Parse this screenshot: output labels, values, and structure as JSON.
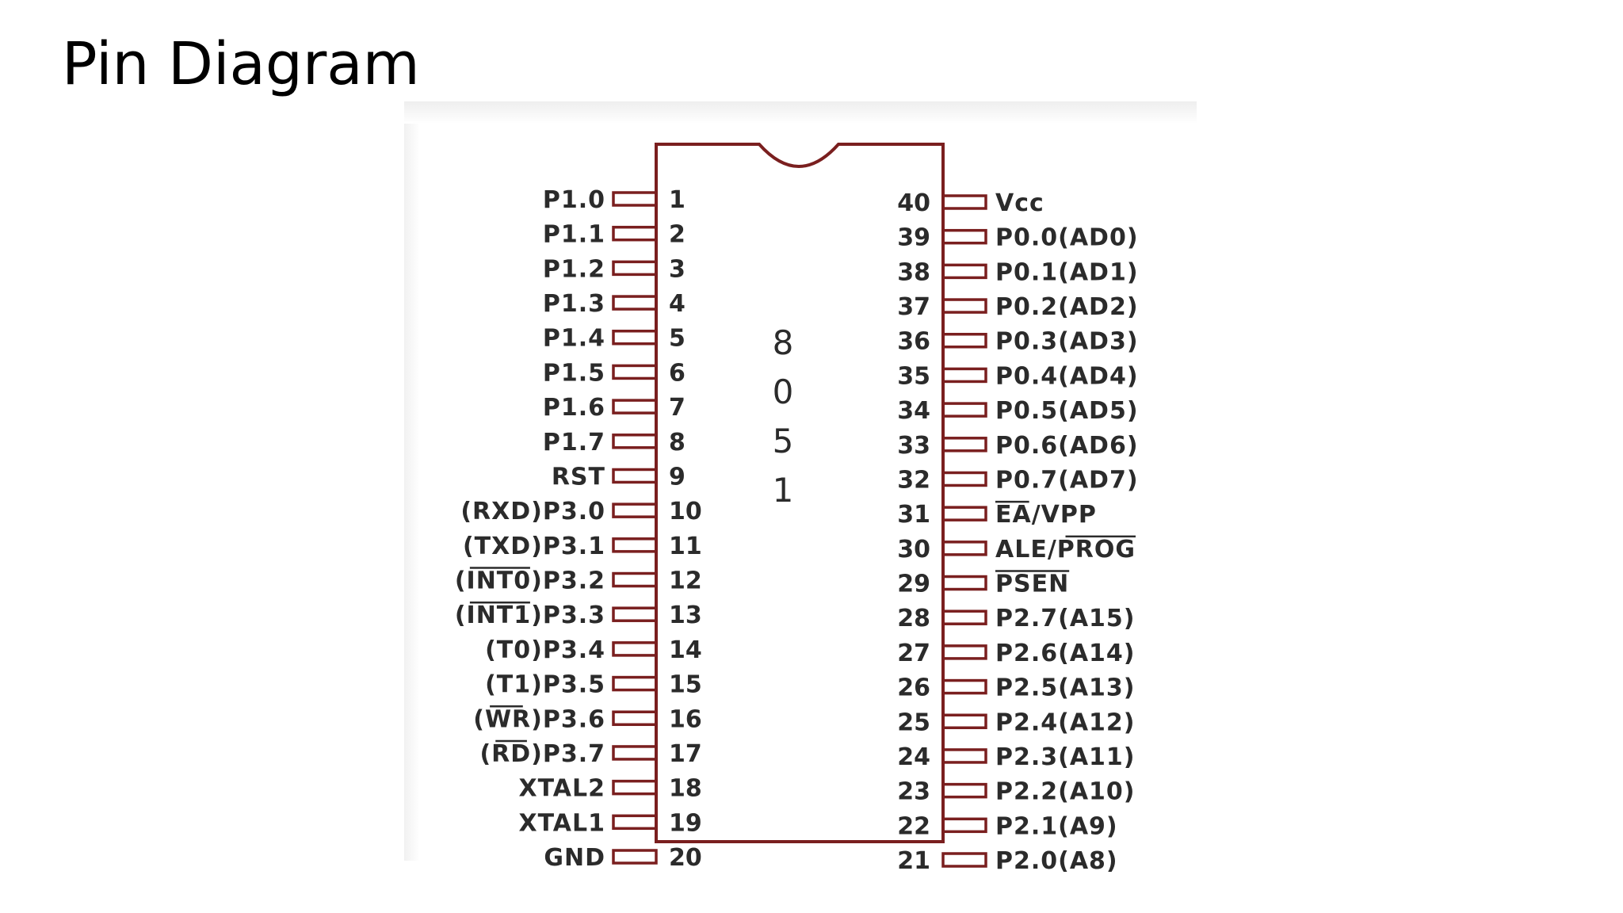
{
  "slide": {
    "title": "Pin Diagram"
  },
  "chip": {
    "name_chars": [
      "8",
      "0",
      "5",
      "1"
    ],
    "body_color": "#7a1f1f",
    "text_color": "#2b2b2b"
  },
  "left_pins": [
    {
      "num": "1",
      "label": "P1.0"
    },
    {
      "num": "2",
      "label": "P1.1"
    },
    {
      "num": "3",
      "label": "P1.2"
    },
    {
      "num": "4",
      "label": "P1.3"
    },
    {
      "num": "5",
      "label": "P1.4"
    },
    {
      "num": "6",
      "label": "P1.5"
    },
    {
      "num": "7",
      "label": "P1.6"
    },
    {
      "num": "8",
      "label": "P1.7"
    },
    {
      "num": "9",
      "label": "RST"
    },
    {
      "num": "10",
      "label": "(RXD)P3.0"
    },
    {
      "num": "11",
      "label": "(TXD)P3.1"
    },
    {
      "num": "12",
      "label": "(INT0)P3.2",
      "overline": "INT0"
    },
    {
      "num": "13",
      "label": "(INT1)P3.3",
      "overline": "INT1"
    },
    {
      "num": "14",
      "label": "(T0)P3.4"
    },
    {
      "num": "15",
      "label": "(T1)P3.5"
    },
    {
      "num": "16",
      "label": "(WR)P3.6",
      "overline": "WR"
    },
    {
      "num": "17",
      "label": "(RD)P3.7",
      "overline": "RD"
    },
    {
      "num": "18",
      "label": "XTAL2"
    },
    {
      "num": "19",
      "label": "XTAL1"
    },
    {
      "num": "20",
      "label": "GND"
    }
  ],
  "right_pins": [
    {
      "num": "40",
      "label": "Vcc"
    },
    {
      "num": "39",
      "label": "P0.0(AD0)"
    },
    {
      "num": "38",
      "label": "P0.1(AD1)"
    },
    {
      "num": "37",
      "label": "P0.2(AD2)"
    },
    {
      "num": "36",
      "label": "P0.3(AD3)"
    },
    {
      "num": "35",
      "label": "P0.4(AD4)"
    },
    {
      "num": "34",
      "label": "P0.5(AD5)"
    },
    {
      "num": "33",
      "label": "P0.6(AD6)"
    },
    {
      "num": "32",
      "label": "P0.7(AD7)"
    },
    {
      "num": "31",
      "label": "EA/VPP",
      "overline": "EA"
    },
    {
      "num": "30",
      "label": "ALE/PROG",
      "overline": "PROG"
    },
    {
      "num": "29",
      "label": "PSEN",
      "overline": "PSEN"
    },
    {
      "num": "28",
      "label": "P2.7(A15)"
    },
    {
      "num": "27",
      "label": "P2.6(A14)"
    },
    {
      "num": "26",
      "label": "P2.5(A13)"
    },
    {
      "num": "25",
      "label": "P2.4(A12)"
    },
    {
      "num": "24",
      "label": "P2.3(A11)"
    },
    {
      "num": "23",
      "label": "P2.2(A10)"
    },
    {
      "num": "22",
      "label": "P2.1(A9)"
    },
    {
      "num": "21",
      "label": "P2.0(A8)"
    }
  ]
}
